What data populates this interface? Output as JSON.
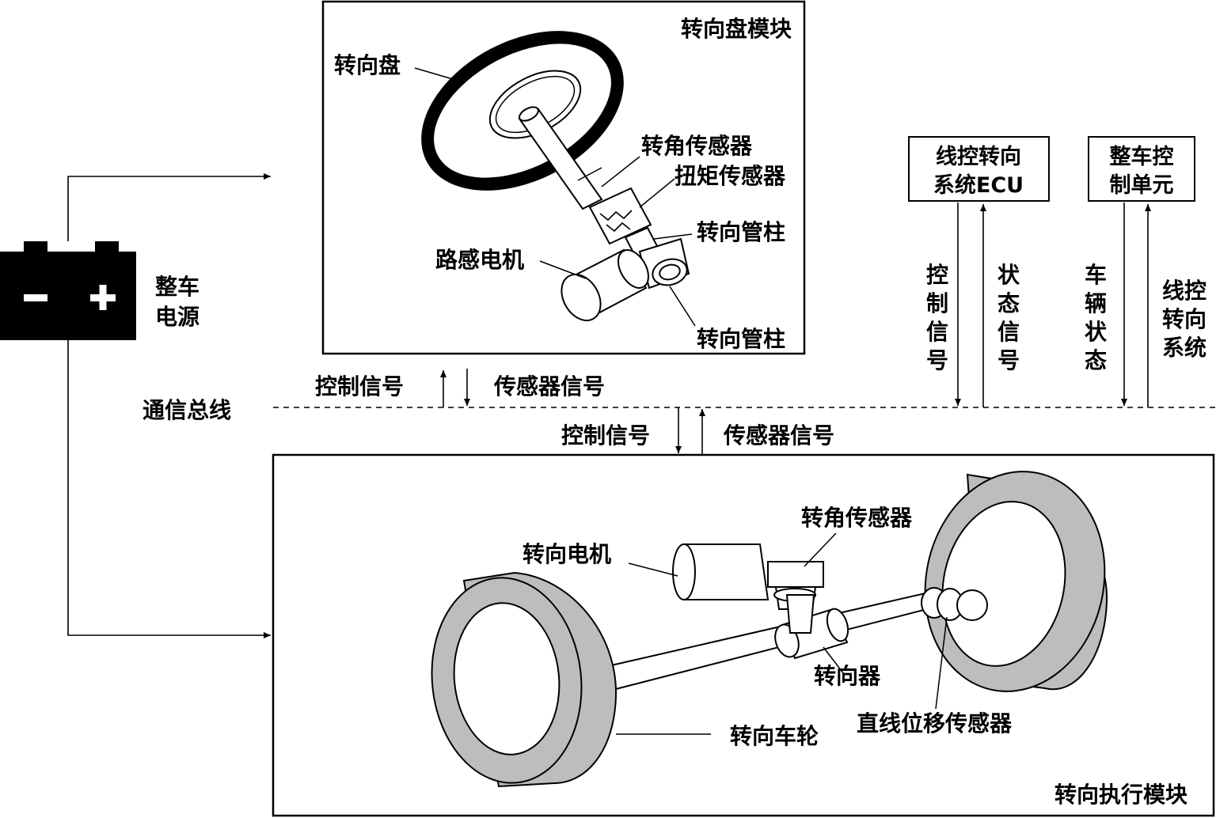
{
  "power": {
    "label_line1": "整车",
    "label_line2": "电源",
    "minus_symbol": "−",
    "plus_symbol": "+"
  },
  "bus": {
    "label": "通信总线",
    "upper_control_signal": "控制信号",
    "upper_sensor_signal": "传感器信号",
    "lower_control_signal": "控制信号",
    "lower_sensor_signal": "传感器信号"
  },
  "steering_wheel_module": {
    "title": "转向盘模块",
    "steering_wheel": "转向盘",
    "angle_sensor": "转角传感器",
    "torque_sensor": "扭矩传感器",
    "steering_column_upper": "转向管柱",
    "road_feel_motor": "路感电机",
    "steering_column_lower": "转向管柱"
  },
  "ecu": {
    "line1": "线控转向",
    "line2": "系统ECU",
    "out_signal": [
      "控",
      "制",
      "信",
      "号"
    ],
    "in_signal": [
      "状",
      "态",
      "信",
      "号"
    ]
  },
  "vcu": {
    "line1": "整车控",
    "line2": "制单元",
    "out_signal": [
      "车",
      "辆",
      "状",
      "态"
    ],
    "in_signal": [
      "线控",
      "转向",
      "系统"
    ]
  },
  "actuator_module": {
    "title": "转向执行模块",
    "angle_sensor": "转角传感器",
    "steering_motor": "转向电机",
    "steering_gear": "转向器",
    "linear_sensor": "直线位移传感器",
    "steering_wheel_tire": "转向车轮"
  },
  "colors": {
    "tire_fill": "#bdbdbd",
    "line": "#000000",
    "battery": "#000000"
  }
}
